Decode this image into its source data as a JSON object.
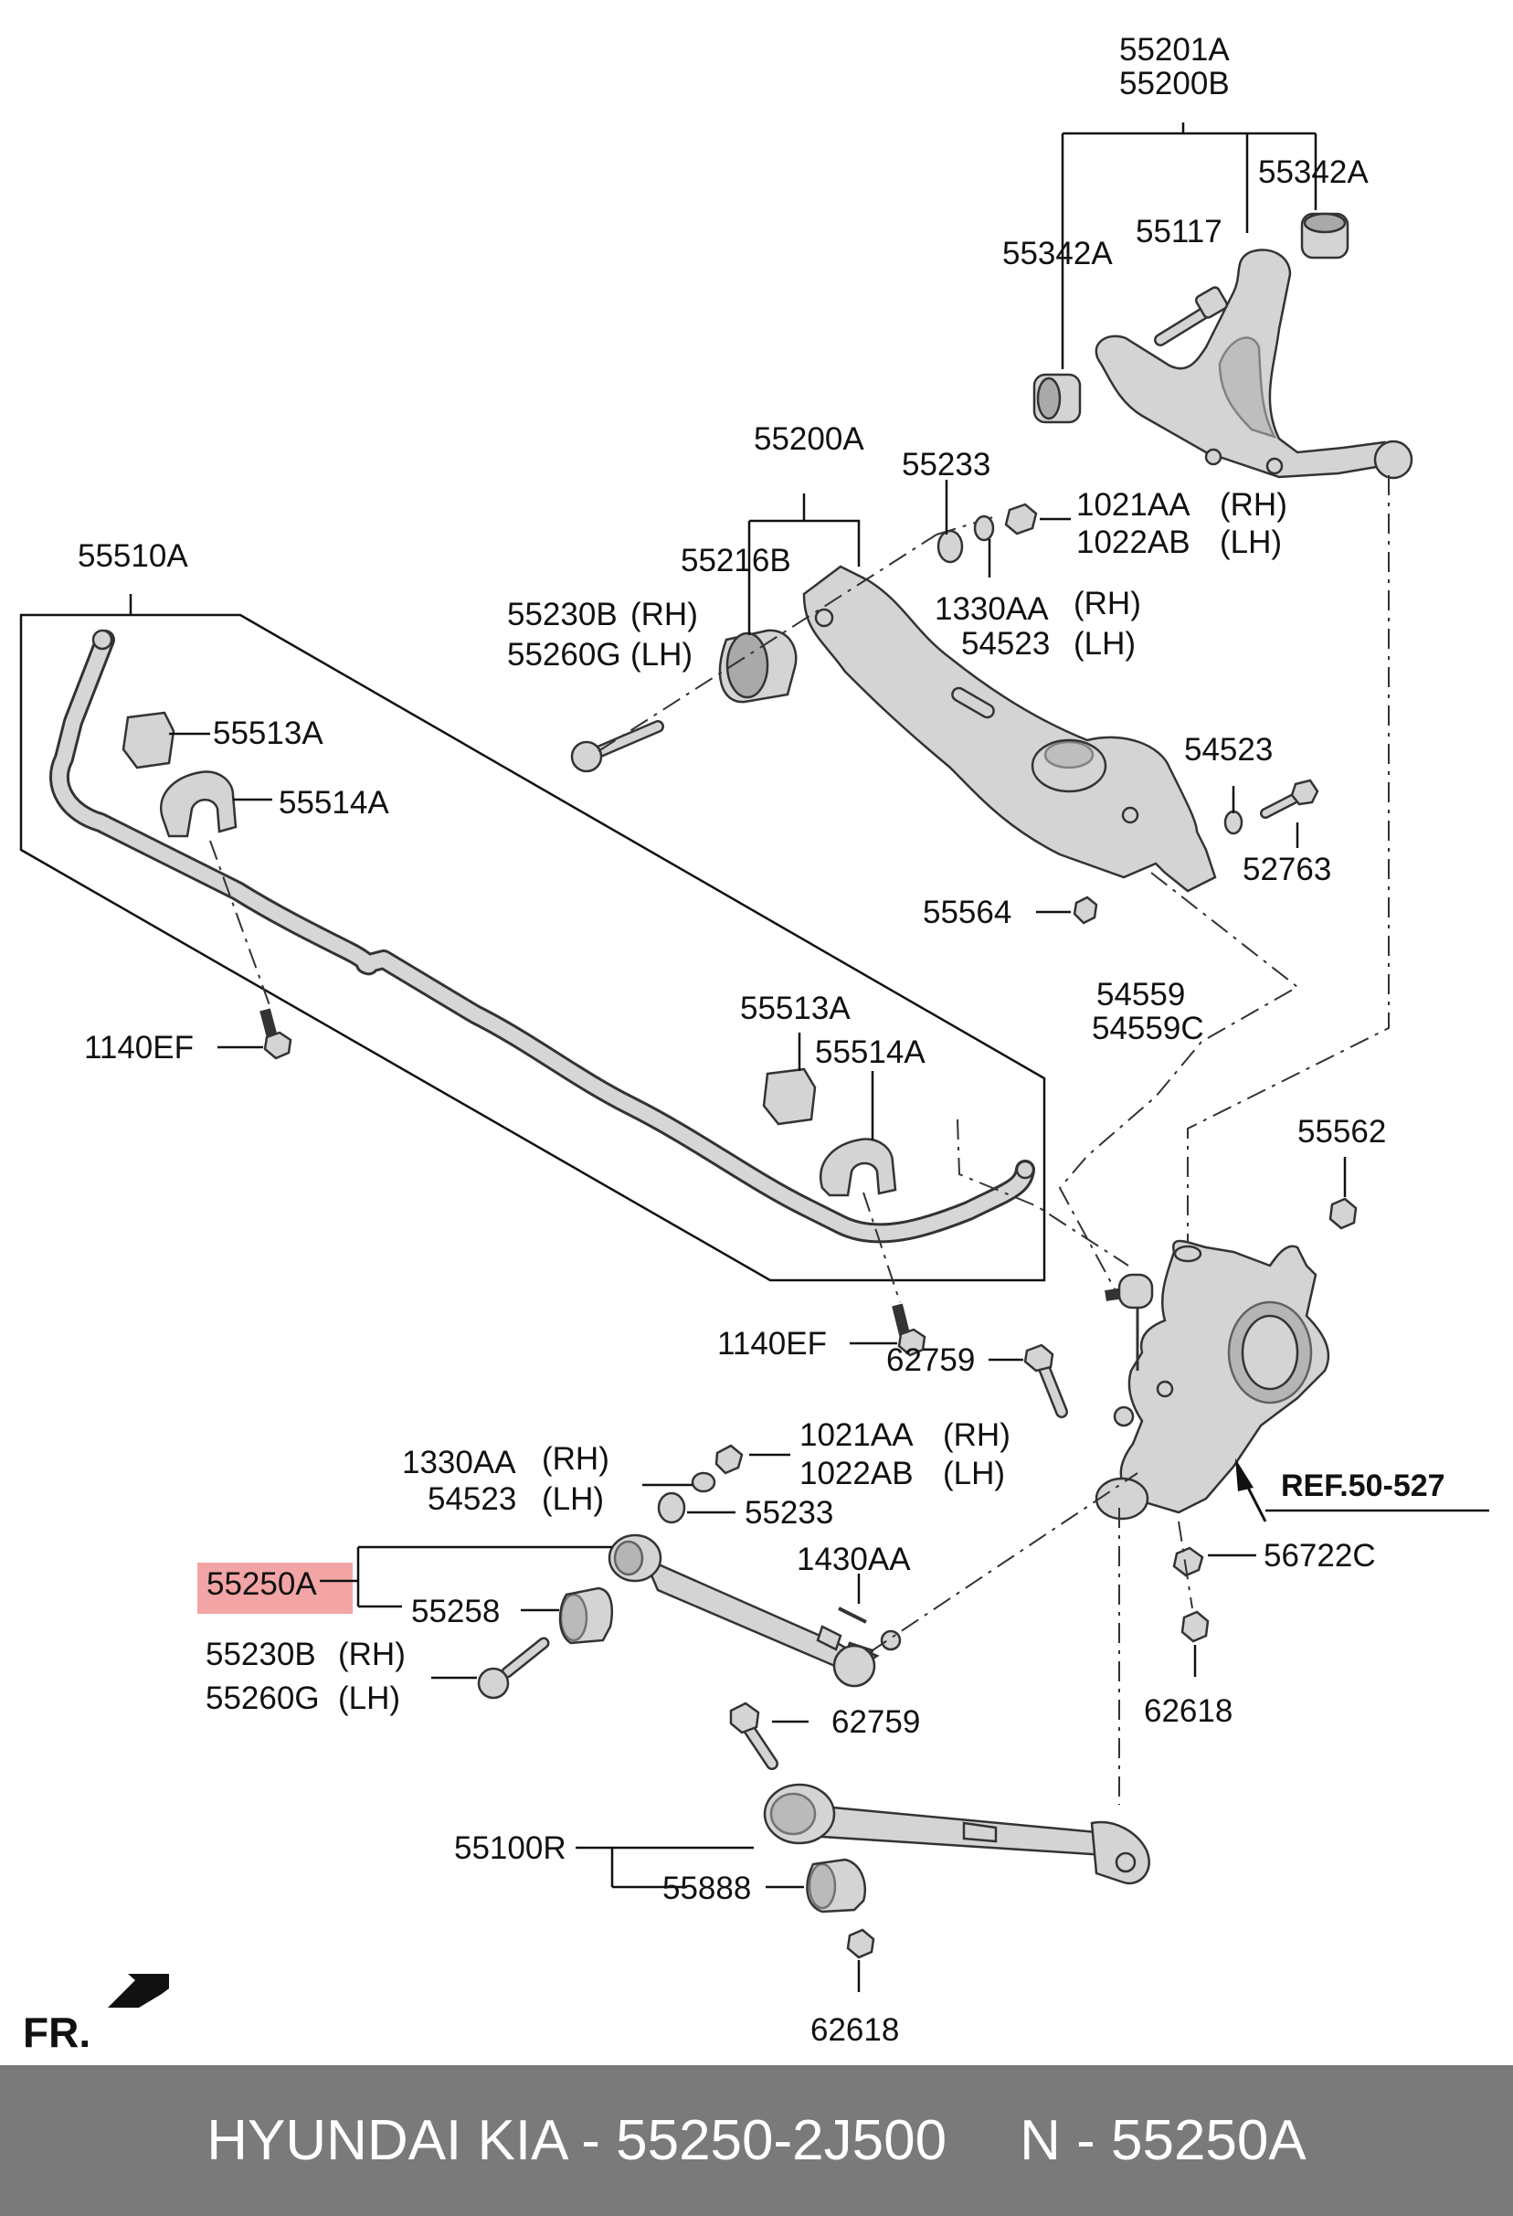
{
  "labels": {
    "upper_arm_a": "55201A",
    "upper_arm_b": "55200B",
    "bush_right": "55342A",
    "bush_left": "55342A",
    "upper_bolt": "55117",
    "lower_arm": "55200A",
    "washer_top": "55233",
    "nut_rh": "1021AA",
    "nut_lh": "1022AB",
    "bush_55216b": "55216B",
    "washer_rh": "1330AA",
    "washer_lh": "54523",
    "bolt_rh": "55230B",
    "bolt_lh": "55260G",
    "stabilizer": "55510A",
    "bracket_1": "55513A",
    "clamp_1": "55514A",
    "washer_54523": "54523",
    "bolt_52763": "52763",
    "nut_55564": "55564",
    "bolt_1140ef_a": "1140EF",
    "nut_54559": "54559",
    "nut_54559c": "54559C",
    "bracket_2": "55513A",
    "clamp_2": "55514A",
    "nut_55562": "55562",
    "bolt_1140ef_b": "1140EF",
    "bolt_62759_a": "62759",
    "washer2_rh": "1330AA",
    "washer2_lh": "54523",
    "nut2_rh": "1021AA",
    "nut2_lh": "1022AB",
    "washer_55233_b": "55233",
    "ref": "REF.50-527",
    "pin": "1430AA",
    "target": "55250A",
    "bush_55258": "55258",
    "nut_56722c": "56722C",
    "bolt2_rh": "55230B",
    "bolt2_lh": "55260G",
    "nut_62618_a": "62618",
    "bolt_62759_b": "62759",
    "arm_55100r": "55100R",
    "bush_55888": "55888",
    "nut_62618_b": "62618",
    "rh": "(RH)",
    "lh": "(LH)",
    "fr": "FR."
  },
  "colors": {
    "highlight": "#f29a9a",
    "footer_bg": "#7a7a7a",
    "footer_text": "#ffffff",
    "part_fill": "#d4d4d4"
  },
  "icons": {
    "front_arrow": "arrow-icon"
  },
  "footer": {
    "brand_part": "HYUNDAI KIA - 55250-2J500",
    "number": "N - 55250A"
  }
}
